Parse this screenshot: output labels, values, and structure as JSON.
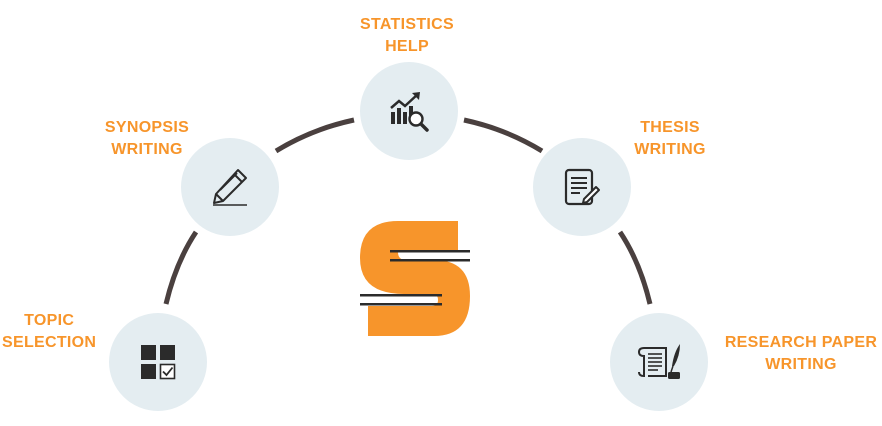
{
  "colors": {
    "accent": "#f7952b",
    "circle": "#e4edf1",
    "arc": "#4a403f",
    "icon": "#2b2b2b"
  },
  "nodes": [
    {
      "id": "topic-selection",
      "label_lines": [
        "TOPIC",
        "SELECTION"
      ],
      "icon": "grid-checkbox-icon"
    },
    {
      "id": "synopsis-writing",
      "label_lines": [
        "SYNOPSIS",
        "WRITING"
      ],
      "icon": "pencil-icon"
    },
    {
      "id": "statistics-help",
      "label_lines": [
        "STATISTICS",
        "HELP"
      ],
      "icon": "chart-magnifier-icon"
    },
    {
      "id": "thesis-writing",
      "label_lines": [
        "THESIS",
        "WRITING"
      ],
      "icon": "document-edit-icon"
    },
    {
      "id": "research-paper-writing",
      "label_lines": [
        "RESEARCH PAPER",
        "WRITING"
      ],
      "icon": "scroll-quill-icon"
    }
  ],
  "logo": {
    "icon": "brand-s-logo"
  }
}
